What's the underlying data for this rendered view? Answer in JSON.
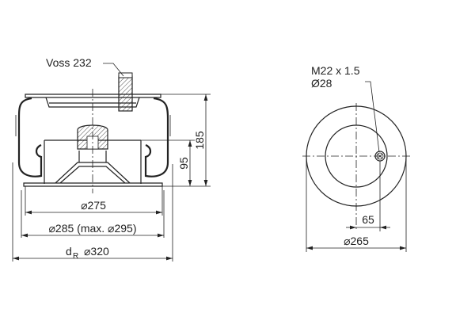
{
  "side_view": {
    "fitting_label": "Voss 232",
    "dim_height_total": "185",
    "dim_height_piston": "95",
    "dim_diameter_1": "⌀275",
    "dim_diameter_2": "⌀285 (max. ⌀295)",
    "dim_diameter_3_symbol": "d",
    "dim_diameter_3_subscript": "R",
    "dim_diameter_3": "⌀320"
  },
  "top_view": {
    "thread_label": "M22 x 1.5",
    "hole_label": "Ø28",
    "dim_offset": "65",
    "dim_diameter": "⌀265"
  }
}
